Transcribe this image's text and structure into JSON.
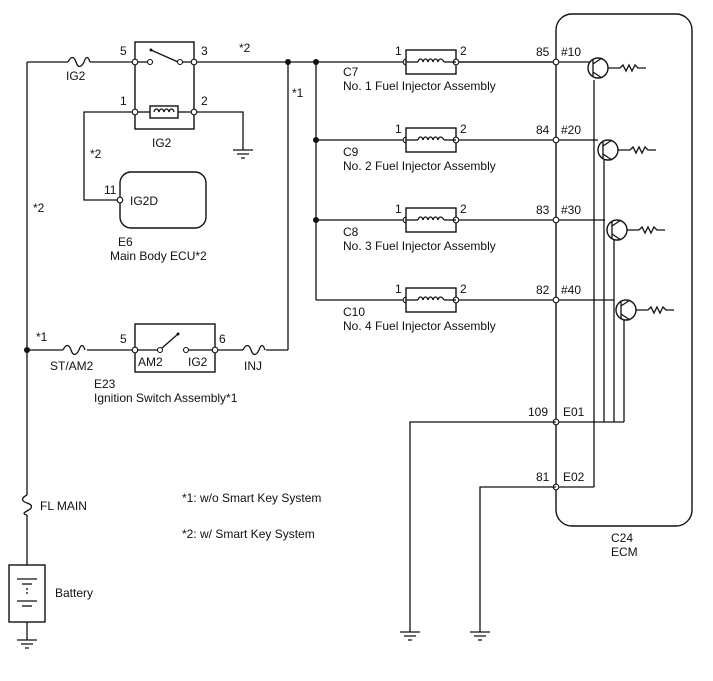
{
  "fuse_ig2": "IG2",
  "relay": {
    "pin_5": "5",
    "pin_3": "3",
    "pin_1": "1",
    "pin_2": "2",
    "label": "IG2"
  },
  "note_refs": {
    "star2_a": "*2",
    "star1_a": "*1",
    "star2_b": "*2",
    "star2_c": "*2",
    "star1_b": "*1"
  },
  "body_ecu": {
    "pin": "11",
    "terminal": "IG2D",
    "code": "E6",
    "name": "Main Body ECU*2"
  },
  "ignition": {
    "pin_5": "5",
    "pin_6": "6",
    "am2": "AM2",
    "ig2": "IG2",
    "code": "E23",
    "name": "Ignition Switch Assembly*1"
  },
  "fuse_st_am2": "ST/AM2",
  "fuse_inj": "INJ",
  "fuse_fl_main": "FL MAIN",
  "battery": "Battery",
  "injectors": [
    {
      "pin_a": "1",
      "pin_b": "2",
      "code": "C7",
      "name": "No. 1 Fuel Injector Assembly",
      "ecm_pin": "85",
      "ecm_term": "#10"
    },
    {
      "pin_a": "1",
      "pin_b": "2",
      "code": "C9",
      "name": "No. 2 Fuel Injector Assembly",
      "ecm_pin": "84",
      "ecm_term": "#20"
    },
    {
      "pin_a": "1",
      "pin_b": "2",
      "code": "C8",
      "name": "No. 3 Fuel Injector Assembly",
      "ecm_pin": "83",
      "ecm_term": "#30"
    },
    {
      "pin_a": "1",
      "pin_b": "2",
      "code": "C10",
      "name": "No. 4 Fuel Injector Assembly",
      "ecm_pin": "82",
      "ecm_term": "#40"
    }
  ],
  "ecm": {
    "pin_e01": "109",
    "term_e01": "E01",
    "pin_e02": "81",
    "term_e02": "E02",
    "code": "C24",
    "name": "ECM"
  },
  "legend": {
    "note1": "*1: w/o Smart Key System",
    "note2": "*2: w/ Smart Key System"
  }
}
